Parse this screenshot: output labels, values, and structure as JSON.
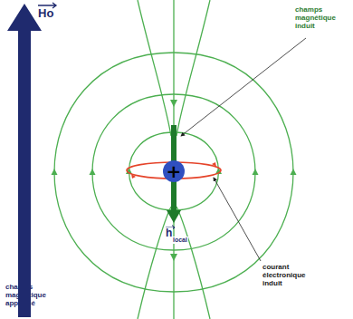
{
  "diagram": {
    "nodes": [
      {
        "text": [
          "+"
        ]
      }
    ],
    "labels": [
      "Ho",
      "champs magnétique induit",
      "courant électronique induit",
      "h",
      "local",
      "champs magnétique appliqué"
    ]
  }
}
